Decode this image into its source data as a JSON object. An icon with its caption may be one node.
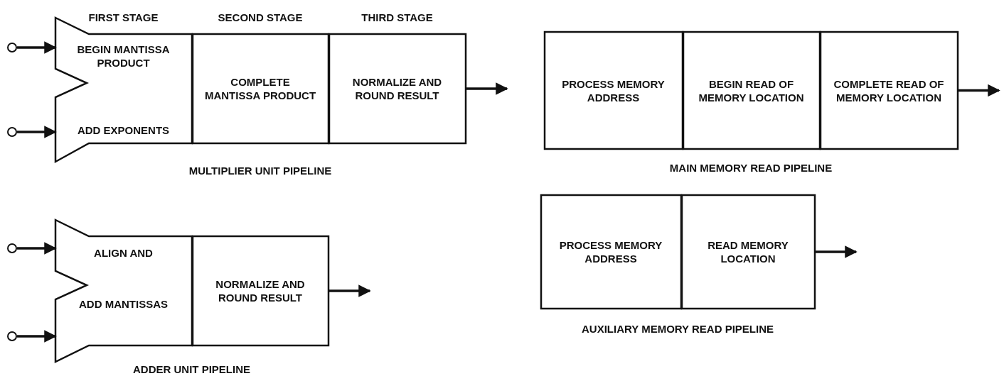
{
  "diagram": {
    "nodes": [
      {
        "text": [],
        "shape": "circle"
      },
      {
        "text": [],
        "shape": "circle"
      },
      {
        "text": [
          "FIRST STAGE",
          "BEGIN MANTISSA PRODUCT",
          "ADD EXPONENTS"
        ]
      },
      {
        "text": [
          "SECOND STAGE",
          "COMPLETE MANTISSA PRODUCT"
        ]
      },
      {
        "text": [
          "THIRD STAGE",
          "NORMALIZE AND ROUND RESULT"
        ]
      },
      {
        "text": [
          "PROCESS MEMORY ADDRESS"
        ]
      },
      {
        "text": [
          "BEGIN READ OF MEMORY LOCATION"
        ]
      },
      {
        "text": [
          "COMPLETE READ OF MEMORY LOCATION"
        ]
      },
      {
        "text": [],
        "shape": "circle"
      },
      {
        "text": [],
        "shape": "circle"
      },
      {
        "text": [
          "ALIGN AND",
          "ADD MANTISSAS"
        ]
      },
      {
        "text": [
          "NORMALIZE AND ROUND RESULT"
        ]
      },
      {
        "text": [
          "PROCESS MEMORY ADDRESS"
        ]
      },
      {
        "text": [
          "READ MEMORY LOCATION"
        ]
      }
    ],
    "edges": [
      {
        "from": 0,
        "to": 2,
        "arrow": "to"
      },
      {
        "from": 1,
        "to": 2,
        "arrow": "to"
      },
      {
        "from": 4,
        "to": null,
        "arrow": "to"
      },
      {
        "from": 7,
        "to": null,
        "arrow": "to"
      },
      {
        "from": 8,
        "to": 10,
        "arrow": "to"
      },
      {
        "from": 9,
        "to": 10,
        "arrow": "to"
      },
      {
        "from": 11,
        "to": null,
        "arrow": "to"
      },
      {
        "from": 13,
        "to": null,
        "arrow": "to"
      }
    ],
    "labels": [
      "MULTIPLIER UNIT PIPELINE",
      "MAIN MEMORY READ PIPELINE",
      "ADDER UNIT PIPELINE",
      "AUXILIARY MEMORY READ PIPELINE"
    ]
  }
}
